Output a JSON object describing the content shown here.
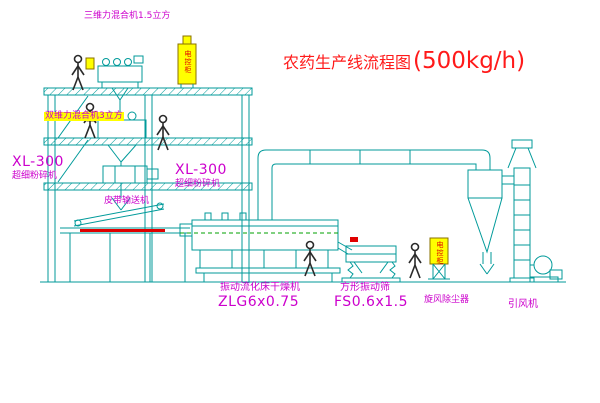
{
  "title": {
    "text": "农药生产线流程图",
    "capacity": "(500kg/h)"
  },
  "labels": {
    "mixer_top": "三维力混合机1.5立方",
    "mixer_mid": "双维力混合机3立方",
    "mill_left_model": "XL-300",
    "mill_left_name": "超细粉碎机",
    "mill_mid_model": "XL-300",
    "mill_mid_name": "超细粉碎机",
    "belt_conveyor": "皮带输送机",
    "dryer_name": "振动流化床干燥机",
    "dryer_model": "ZLG6x0.75",
    "sieve_name": "方形振动筛",
    "sieve_model": "FS0.6x1.5",
    "cyclone_name": "旋风除尘器",
    "fan_name": "引风机",
    "cabinet_label": "电控柜"
  },
  "colors": {
    "line_cyan": "#009a9a",
    "label_magenta": "#cc00cc",
    "title_red": "#ff1a1a",
    "highlight_yellow": "#ffff00",
    "accent_red": "#e00000",
    "dash_green": "#00a000",
    "person_dark": "#2a2a2a"
  }
}
